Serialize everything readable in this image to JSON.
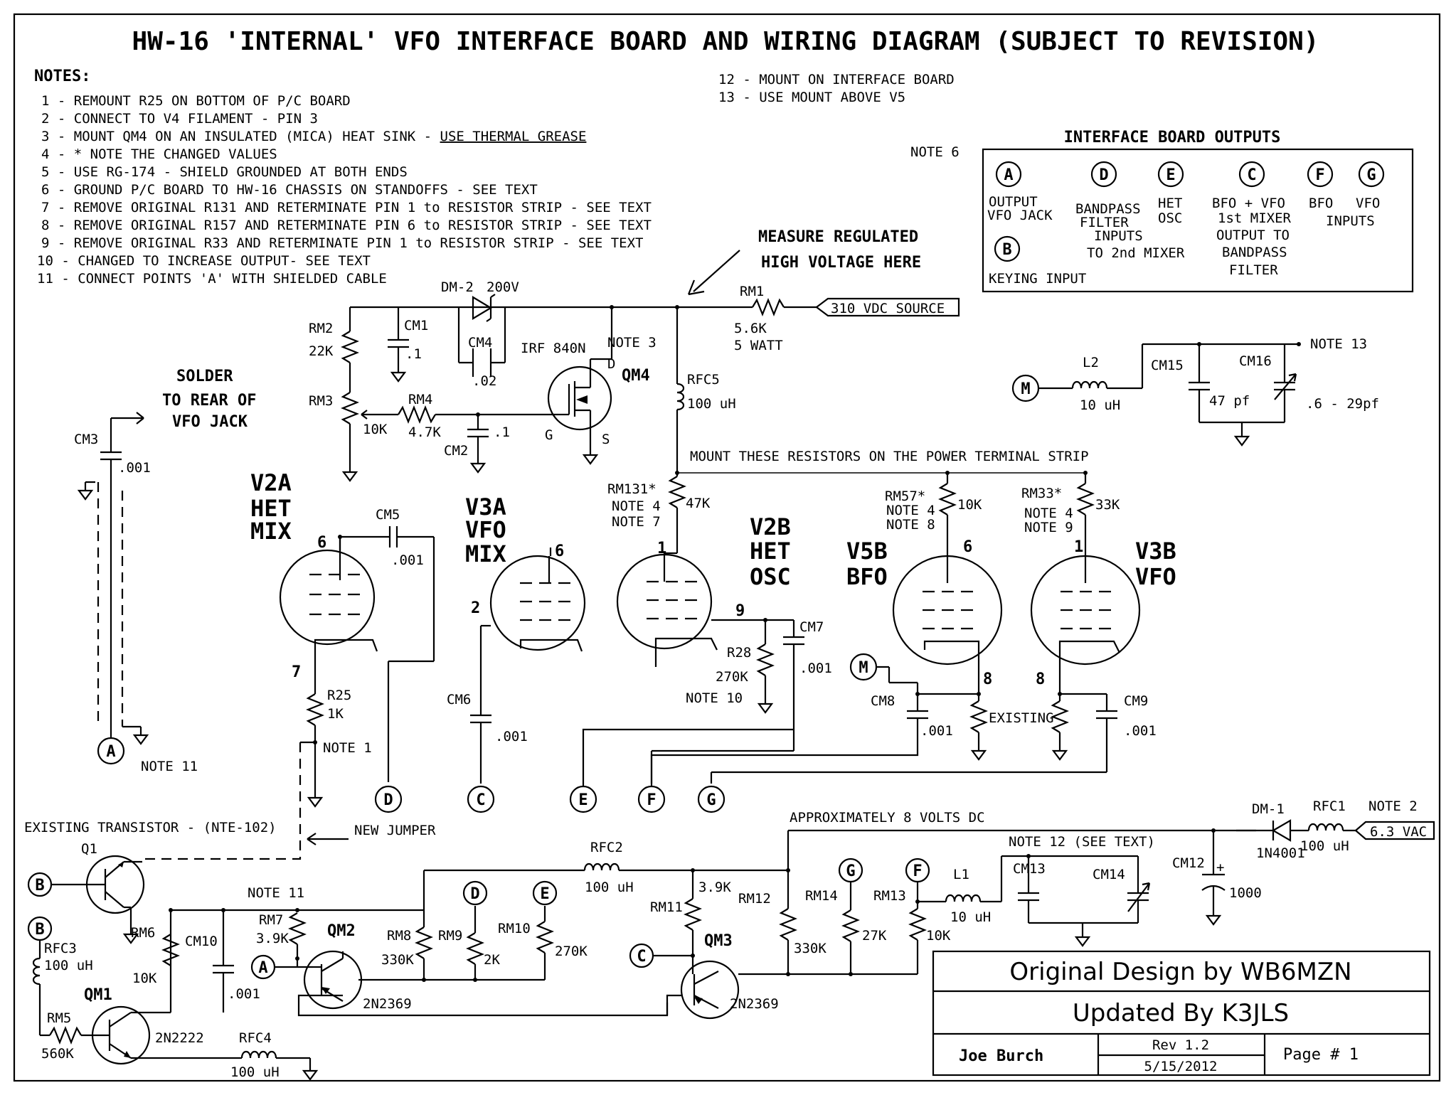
{
  "title": "HW-16 'INTERNAL' VFO INTERFACE BOARD AND WIRING DIAGRAM (SUBJECT TO REVISION)",
  "notes": {
    "heading": "NOTES:",
    "items": [
      "1 - REMOUNT R25 ON BOTTOM OF P/C BOARD",
      "2 - CONNECT TO V4 FILAMENT - PIN 3",
      "3 - MOUNT QM4 ON AN INSULATED (MICA) HEAT SINK - ",
      "4 - * NOTE THE CHANGED VALUES",
      "5 - USE RG-174 - SHIELD GROUNDED AT BOTH ENDS",
      "6 - GROUND P/C BOARD TO HW-16 CHASSIS ON STANDOFFS - SEE TEXT",
      "7 - REMOVE ORIGINAL R131 AND RETERMINATE PIN 1 to RESISTOR STRIP - SEE TEXT",
      "8 - REMOVE ORIGINAL R157 AND RETERMINATE PIN 6 to RESISTOR STRIP - SEE TEXT",
      "9 - REMOVE ORIGINAL  R33 AND RETERMINATE PIN 1 to RESISTOR STRIP - SEE TEXT",
      "10 - CHANGED TO INCREASE OUTPUT- SEE TEXT",
      "11 - CONNECT POINTS 'A' WITH SHIELDED CABLE"
    ],
    "note3_underlined": "USE THERMAL GREASE",
    "items_right": [
      "12 - MOUNT ON INTERFACE BOARD",
      "13 - USE MOUNT ABOVE V5"
    ]
  },
  "outputs_box": {
    "title": "INTERFACE BOARD OUTPUTS",
    "note6": "NOTE 6",
    "A": [
      "OUTPUT",
      "VFO JACK"
    ],
    "B": "KEYING INPUT",
    "D": [
      "BANDPASS",
      "FILTER",
      "INPUTS",
      "TO 2nd MIXER"
    ],
    "E": [
      "HET",
      "OSC"
    ],
    "C": [
      "BFO + VFO",
      "1st MIXER",
      "OUTPUT TO",
      "BANDPASS",
      "FILTER"
    ],
    "F": "BFO",
    "G": "VFO",
    "FG_inputs": "INPUTS"
  },
  "connectors": {
    "A": "A",
    "B": "B",
    "C": "C",
    "D": "D",
    "E": "E",
    "F": "F",
    "G": "G",
    "M": "M"
  },
  "labels": {
    "measure1": "MEASURE REGULATED",
    "measure2": "HIGH VOLTAGE HERE",
    "source310": "310 VDC SOURCE",
    "vac63": "6.3 VAC",
    "solder1": "SOLDER",
    "solder2": "TO REAR OF",
    "solder3": "VFO JACK",
    "mount_res": "MOUNT THESE RESISTORS ON THE POWER TERMINAL STRIP",
    "approx8v": "APPROXIMATELY 8 VOLTS DC",
    "existing_tr": "EXISTING TRANSISTOR - (NTE-102)",
    "new_jumper": "NEW JUMPER",
    "existing": "EXISTING",
    "note1": "NOTE 1",
    "note2": "NOTE 2",
    "note3": "NOTE 3",
    "note4": "NOTE 4",
    "note7": "NOTE 7",
    "note8": "NOTE 8",
    "note9": "NOTE 9",
    "note10": "NOTE 10",
    "note11": "NOTE 11",
    "note12": "NOTE 12 (SEE TEXT)",
    "note13": "NOTE 13"
  },
  "tubes": {
    "v2a": [
      "V2A",
      "HET",
      "MIX"
    ],
    "v3a": [
      "V3A",
      "VFO",
      "MIX"
    ],
    "v2b": [
      "V2B",
      "HET",
      "OSC"
    ],
    "v5b": [
      "V5B",
      "BFO"
    ],
    "v3b": [
      "V3B",
      "VFO"
    ]
  },
  "pins": {
    "p6": "6",
    "p7": "7",
    "p2": "2",
    "p1": "1",
    "p9": "9",
    "p8": "8"
  },
  "parts": {
    "DM2": "DM-2",
    "DM2v": "200V",
    "RM1": "RM1",
    "RM1v": "5.6K",
    "RM1w": "5 WATT",
    "RM2": "RM2",
    "RM2v": "22K",
    "RM3": "RM3",
    "RM3v": "10K",
    "RM4": "RM4",
    "RM4v": "4.7K",
    "CM1": "CM1",
    "CM1v": ".1",
    "CM2": "CM2",
    "CM2v": ".1",
    "CM3": "CM3",
    "CM3v": ".001",
    "CM4": "CM4",
    "CM4v": ".02",
    "CM5": "CM5",
    "CM5v": ".001",
    "CM6": "CM6",
    "CM6v": ".001",
    "CM7": "CM7",
    "CM7v": ".001",
    "CM8": "CM8",
    "CM8v": ".001",
    "CM9": "CM9",
    "CM9v": ".001",
    "CM10": "CM10",
    "CM10v": ".001",
    "CM12": "CM12",
    "CM12v": "1000",
    "CM13": "CM13",
    "CM14": "CM14",
    "CM15": "CM15",
    "CM16": "CM16",
    "CM15v": "47 pf",
    "CM16v": ".6 - 29pf",
    "L1": "L1",
    "L1v": "10 uH",
    "L2": "L2",
    "L2v": "10 uH",
    "QM4": "QM4",
    "IRF": "IRF 840N",
    "D": "D",
    "G": "G",
    "S": "S",
    "RFC5": "RFC5",
    "RFC5v": "100 uH",
    "RM131": "RM131*",
    "RM131v": "47K",
    "RM57": "RM57*",
    "RM57v": "10K",
    "RM33": "RM33*",
    "RM33v": "33K",
    "R28": "R28",
    "R28v": "270K",
    "R25": "R25",
    "R25v": "1K",
    "Q1": "Q1",
    "RFC2": "RFC2",
    "RFC2v": "100 uH",
    "RFC1": "RFC1",
    "RFC1v": "100 uH",
    "RFC3": "RFC3",
    "RFC3v": "100 uH",
    "RFC4": "RFC4",
    "RFC4v": "100 uH",
    "DM1": "DM-1",
    "DM1v": "1N4001",
    "RM6": "RM6",
    "RM6v": "10K",
    "RM7": "RM7",
    "RM7v": "3.9K",
    "RM8": "RM8",
    "RM8v": "330K",
    "RM9": "RM9",
    "RM9v": "2K",
    "RM10": "RM10",
    "RM10v": "270K",
    "RM11": "RM11",
    "RM11v": "3.9K",
    "RM12": "RM12",
    "RM12v": "330K",
    "RM13": "RM13",
    "RM13v": "10K",
    "RM14": "RM14",
    "RM14v": "27K",
    "RM5": "RM5",
    "RM5v": "560K",
    "QM1": "QM1",
    "QM1t": "2N2222",
    "QM2": "QM2",
    "QM2t": "2N2369",
    "QM3": "QM3",
    "QM3t": "2N2369"
  },
  "titleblock": {
    "design": "Original Design by WB6MZN",
    "updated": "Updated By K3JLS",
    "author": "Joe Burch",
    "rev": "Rev 1.2",
    "date": "5/15/2012",
    "page": "Page # 1"
  }
}
